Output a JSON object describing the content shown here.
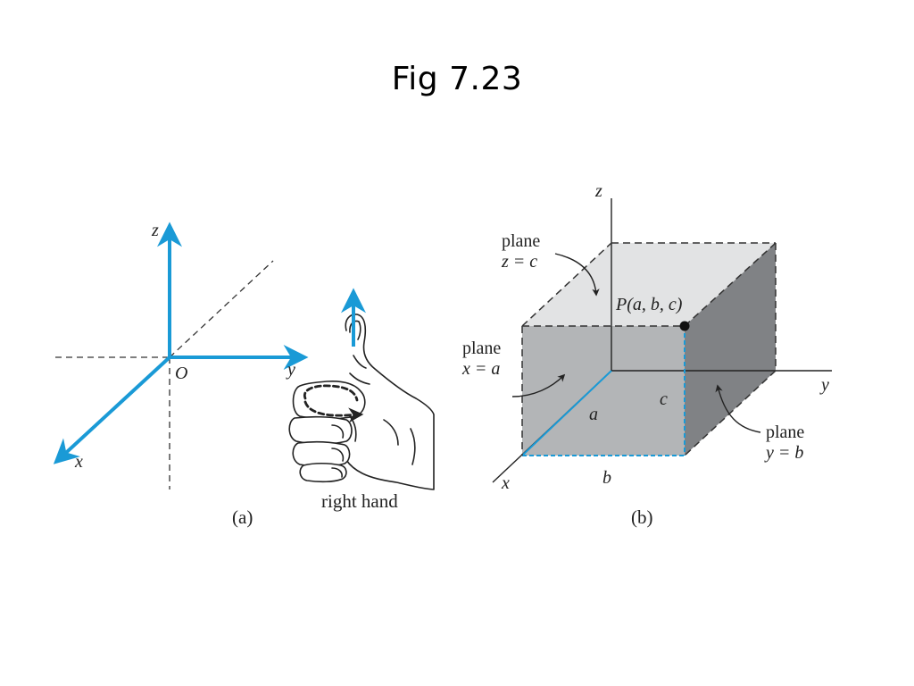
{
  "slide": {
    "title": "Fig 7.23"
  },
  "panel_a": {
    "caption": "(a)",
    "axis_z": "z",
    "axis_y": "y",
    "axis_x": "x",
    "origin": "O",
    "hand_label": "right hand"
  },
  "panel_b": {
    "caption": "(b)",
    "axis_z": "z",
    "axis_y": "y",
    "axis_x": "x",
    "plane_top_word": "plane",
    "plane_top_eq": "z = c",
    "plane_front_word": "plane",
    "plane_front_eq": "x = a",
    "plane_right_word": "plane",
    "plane_right_eq": "y = b",
    "point_label": "P(a, b, c)",
    "edge_a": "a",
    "edge_b": "b",
    "edge_c": "c"
  },
  "colors": {
    "axis_blue": "#1a9ad6",
    "box_top": "#e2e3e4",
    "box_front": "#b3b5b7",
    "box_right": "#808285",
    "ink": "#222222"
  }
}
